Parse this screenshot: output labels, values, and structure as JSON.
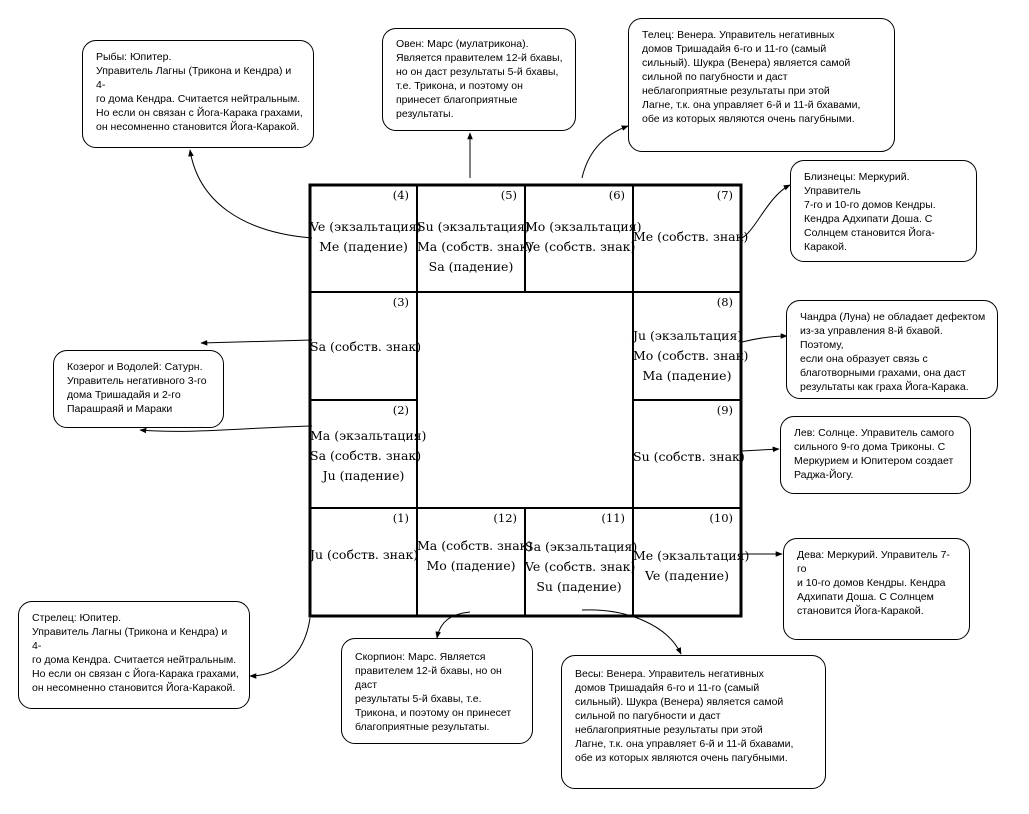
{
  "chart": {
    "cells": [
      {
        "key": "h4",
        "number": "(4)",
        "planets": [
          "Ve (экзальтация)",
          "Me (падение)"
        ]
      },
      {
        "key": "h5",
        "number": "(5)",
        "planets": [
          "Su (экзальтация)",
          "Ma (собств. знак)",
          "Sa (падение)"
        ]
      },
      {
        "key": "h6",
        "number": "(6)",
        "planets": [
          "Mo (экзальтация)",
          "Ve (собств. знак)"
        ]
      },
      {
        "key": "h7",
        "number": "(7)",
        "planets": [
          "Me (собств. знак)"
        ]
      },
      {
        "key": "h3",
        "number": "(3)",
        "planets": [
          "Sa (собств. знак)"
        ]
      },
      {
        "key": "h8",
        "number": "(8)",
        "planets": [
          "Ju (экзальтация)",
          "Mo (собств. знак)",
          "Ma (падение)"
        ]
      },
      {
        "key": "h2",
        "number": "(2)",
        "planets": [
          "Ma (экзальтация)",
          "Sa (собств. знак)",
          "Ju (падение)"
        ]
      },
      {
        "key": "h9",
        "number": "(9)",
        "planets": [
          "Su (собств. знак)"
        ]
      },
      {
        "key": "h1",
        "number": "(1)",
        "planets": [
          "Ju (собств. знак)"
        ]
      },
      {
        "key": "h12",
        "number": "(12)",
        "planets": [
          "Ma (собств. знак)",
          "Mo (падение)"
        ]
      },
      {
        "key": "h11",
        "number": "(11)",
        "planets": [
          "Sa (экзальтация)",
          "Ve (собств. знак)",
          "Su (падение)"
        ]
      },
      {
        "key": "h10",
        "number": "(10)",
        "planets": [
          "Me (экзальтация)",
          "Ve (падение)"
        ]
      }
    ]
  },
  "notes": {
    "pisces": [
      "Рыбы: Юпитер.",
      "Управитель Лагны (Трикона и Кендра) и 4-",
      "го дома Кендра. Считается нейтральным.",
      "Но если он связан с Йога-Карака грахами,",
      "он несомненно становится Йога-Каракой."
    ],
    "aries": [
      "Овен: Марс (мулатрикона).",
      "Является правителем 12-й бхавы,",
      "но он даст результаты 5-й бхавы,",
      "т.е. Трикона, и поэтому он",
      "принесет благоприятные",
      "результаты."
    ],
    "taurus": [
      "Телец: Венера. Управитель негативных",
      "домов Тришадайя 6-го и 11-го (самый",
      "сильный). Шукра (Венера) является самой",
      "сильной по пагубности и даст",
      "неблагоприятные результаты при этой",
      "Лагне, т.к. она управляет 6-й и 11-й бхавами,",
      "обе из которых являются очень пагубными."
    ],
    "gemini": [
      "Близнецы: Меркурий. Управитель",
      "7-го и 10-го домов Кендры.",
      "Кендра Адхипати Доша. С",
      "Солнцем становится Йога-",
      "Каракой."
    ],
    "cancer": [
      "Чандра (Луна) не обладает дефектом",
      "из-за управления 8-й бхавой. Поэтому,",
      "если она образует связь с",
      "благотворными грахами, она даст",
      "результаты как граха Йога-Карака."
    ],
    "leo": [
      "Лев: Солнце. Управитель самого",
      "сильного 9-го дома Триконы. С",
      "Меркурием и Юпитером создает",
      "Раджа-Йогу."
    ],
    "virgo": [
      "Дева: Меркурий. Управитель 7-го",
      "и 10-го домов Кендры. Кендра",
      "Адхипати Доша. С Солнцем",
      "становится Йога-Каракой."
    ],
    "capricorn": [
      "Козерог и Водолей: Сатурн.",
      "Управитель негативного 3-го",
      "дома Тришадайя и 2-го",
      "Парашраяй и Мараки"
    ],
    "sagittarius": [
      "Стрелец: Юпитер.",
      "Управитель Лагны (Трикона и Кендра) и 4-",
      "го дома Кендра. Считается нейтральным.",
      "Но если он связан с Йога-Карака грахами,",
      "он несомненно становится Йога-Каракой."
    ],
    "scorpio": [
      "Скорпион: Марс. Является",
      "правителем 12-й бхавы, но он даст",
      "результаты 5-й бхавы, т.е.",
      "Трикона, и поэтому он принесет",
      "благоприятные результаты."
    ],
    "libra": [
      "Весы: Венера. Управитель негативных",
      "домов Тришадайя 6-го и 11-го (самый",
      "сильный). Шукра (Венера) является самой",
      "сильной по пагубности и даст",
      "неблагоприятные результаты при этой",
      "Лагне, т.к. она управляет 6-й и 11-й бхавами,",
      "обе из которых являются очень пагубными."
    ]
  }
}
